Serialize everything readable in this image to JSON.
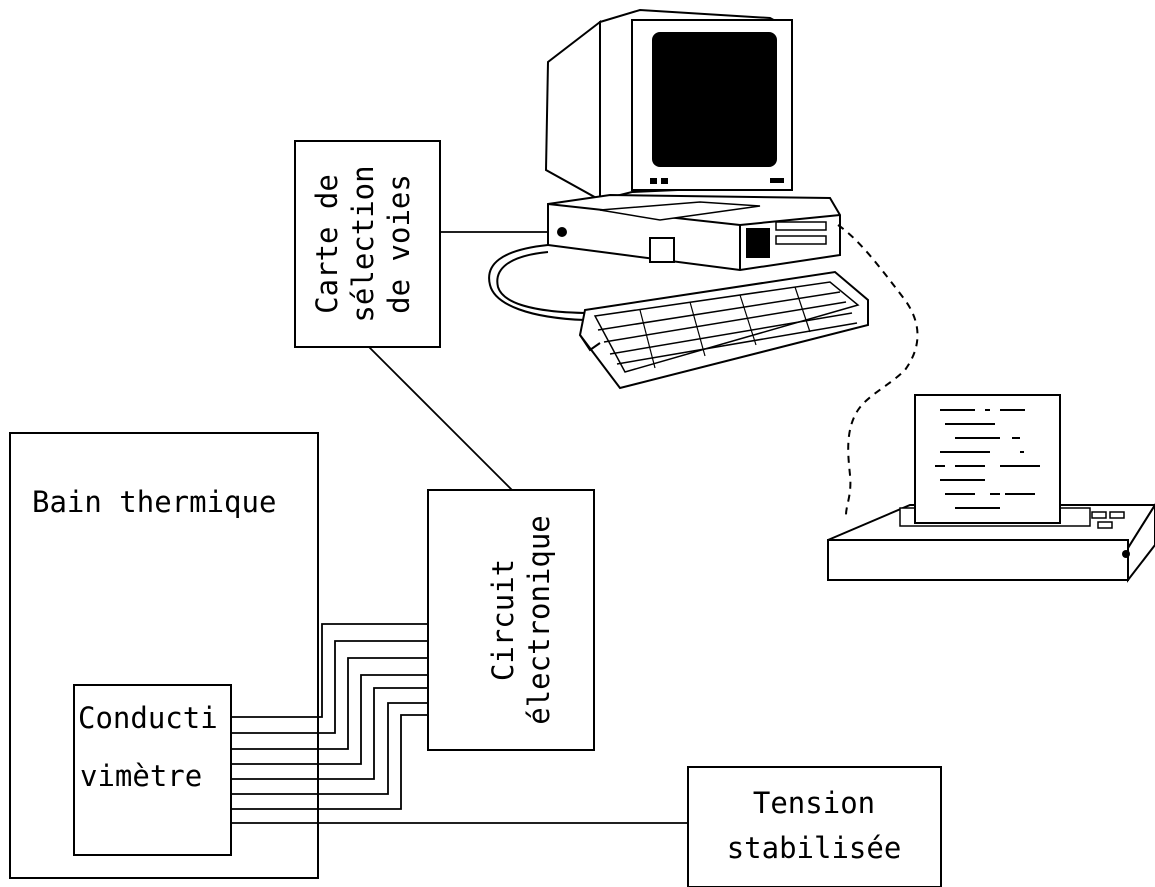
{
  "blocks": {
    "bath": "Bain thermique",
    "conductimeter": [
      "Conducti",
      "vimètre"
    ],
    "circuit": [
      "Circuit",
      "électronique"
    ],
    "channel_card": [
      "Carte de",
      "sélection",
      "de voies"
    ],
    "power_supply": [
      "Tension",
      "stabilisée"
    ]
  },
  "icons": {
    "computer": "desktop-computer-icon",
    "printer": "printer-icon"
  }
}
